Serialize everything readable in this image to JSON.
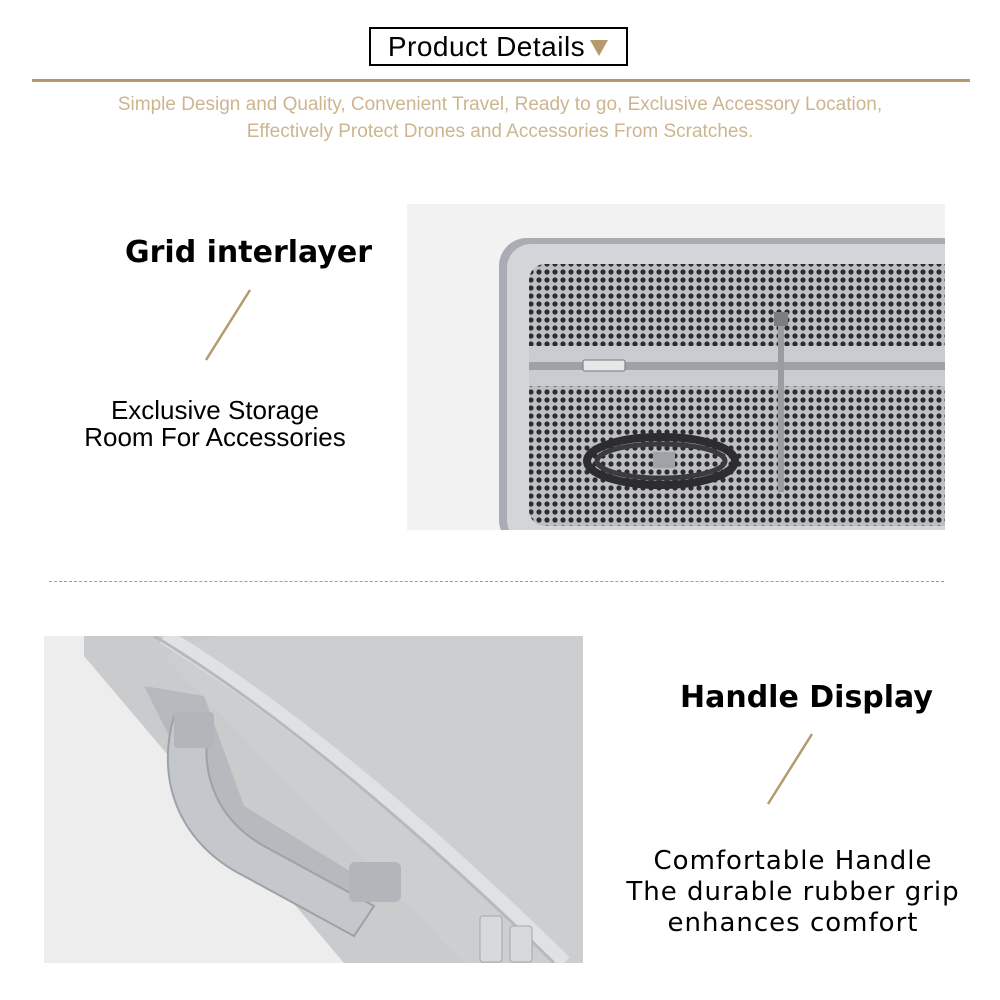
{
  "header": {
    "title": "Product Details",
    "subtitle_line1": "Simple Design and Quality, Convenient Travel, Ready to go, Exclusive Accessory Location,",
    "subtitle_line2": "Effectively Protect Drones and Accessories From Scratches."
  },
  "section_grid": {
    "heading": "Grid interlayer",
    "desc_line1": "Exclusive Storage",
    "desc_line2": "Room For Accessories",
    "image_icon": "mesh-pocket-photo"
  },
  "section_handle": {
    "heading": "Handle Display",
    "desc_line1": "Comfortable Handle",
    "desc_line2": "The durable rubber grip",
    "desc_line3": "enhances comfort",
    "image_icon": "case-handle-photo"
  },
  "colors": {
    "accent_gold": "#b39b6c",
    "subtitle_gold": "#cdb58f",
    "case_gray": "#c8cacc"
  }
}
